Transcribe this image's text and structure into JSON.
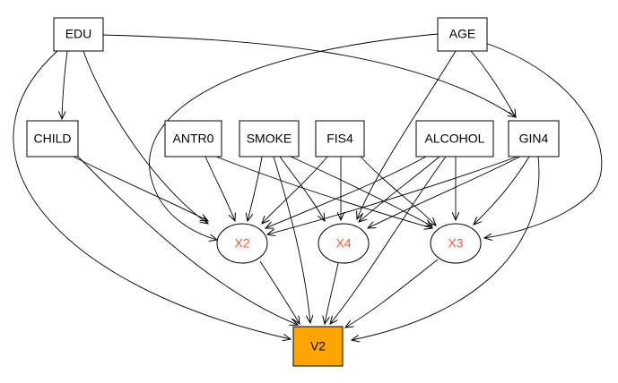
{
  "colors": {
    "box_text": "#000000",
    "latent_text": "#e85c3c",
    "target_fill": "#ffa500",
    "stroke": "#000000"
  },
  "nodes": {
    "edu": "EDU",
    "age": "AGE",
    "child": "CHILD",
    "antr0": "ANTR0",
    "smoke": "SMOKE",
    "fis4": "FIS4",
    "alcohol": "ALCOHOL",
    "gin4": "GIN4",
    "x2": "X2",
    "x4": "X4",
    "x3": "X3",
    "v2": "V2"
  },
  "edges": [
    [
      "edu",
      "child"
    ],
    [
      "edu",
      "x2"
    ],
    [
      "edu",
      "gin4"
    ],
    [
      "edu",
      "v2"
    ],
    [
      "age",
      "x2"
    ],
    [
      "age",
      "x4"
    ],
    [
      "age",
      "gin4"
    ],
    [
      "age",
      "x3"
    ],
    [
      "child",
      "x2"
    ],
    [
      "child",
      "v2"
    ],
    [
      "antr0",
      "x2"
    ],
    [
      "antr0",
      "x3"
    ],
    [
      "smoke",
      "x2"
    ],
    [
      "smoke",
      "x4"
    ],
    [
      "smoke",
      "x3"
    ],
    [
      "smoke",
      "v2"
    ],
    [
      "fis4",
      "x4"
    ],
    [
      "fis4",
      "x2"
    ],
    [
      "fis4",
      "x3"
    ],
    [
      "alcohol",
      "x2"
    ],
    [
      "alcohol",
      "x4"
    ],
    [
      "alcohol",
      "x3"
    ],
    [
      "alcohol",
      "v2"
    ],
    [
      "gin4",
      "x2"
    ],
    [
      "gin4",
      "x4"
    ],
    [
      "gin4",
      "x3"
    ],
    [
      "gin4",
      "v2"
    ],
    [
      "x2",
      "v2"
    ],
    [
      "x4",
      "v2"
    ],
    [
      "x3",
      "v2"
    ]
  ]
}
